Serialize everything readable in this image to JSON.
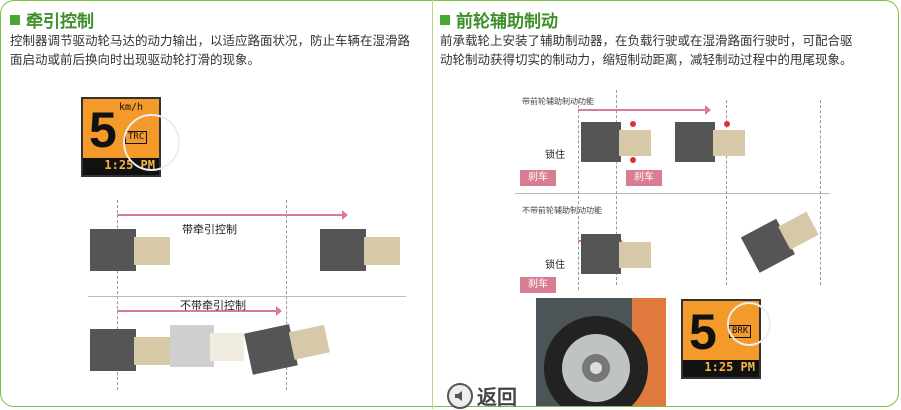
{
  "left": {
    "title": "牵引控制",
    "desc": "控制器调节驱动轮马达的动力输出，以适应路面状况，防止车辆在湿滑路面启动或前后换向时出现驱动轮打滑的现象。",
    "panel": {
      "speed": "5",
      "unit": "km/h",
      "badge": "TRC",
      "clock": "1:25 PM"
    },
    "label_with": "带牵引控制",
    "label_without": "不带牵引控制"
  },
  "right": {
    "title": "前轮辅助制动",
    "desc": "前承载轮上安装了辅助制动器，在负载行驶或在湿滑路面行驶时，可配合驱动轮制动获得切实的制动力，缩短制动距离，减轻制动过程中的甩尾现象。",
    "label_with": "带前轮辅助制动功能",
    "label_without": "不带前轮辅助制动功能",
    "lock_label": "锁住",
    "brake_label": "刹车",
    "panel": {
      "speed": "5",
      "badge": "BRK",
      "clock": "1:25 PM"
    }
  },
  "back_label": "返回",
  "colors": {
    "accent": "#47a832",
    "brake_tag": "#d97e92",
    "panel": "#f39a2a"
  }
}
